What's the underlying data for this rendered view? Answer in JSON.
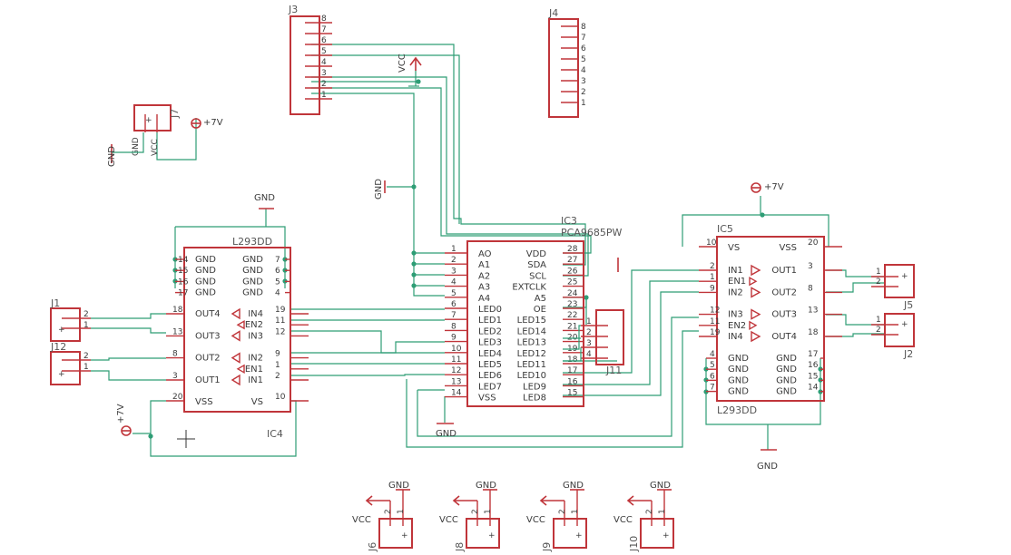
{
  "parts": {
    "J3": {
      "ref": "J3",
      "pins": [
        "8",
        "7",
        "6",
        "5",
        "4",
        "3",
        "2",
        "1"
      ]
    },
    "J4": {
      "ref": "J4",
      "pins": [
        "8",
        "7",
        "6",
        "5",
        "4",
        "3",
        "2",
        "1"
      ]
    },
    "J7": {
      "ref": "J7",
      "labels": [
        "GND",
        "VCC"
      ]
    },
    "IC3": {
      "ref": "IC3",
      "value": "PCA9685PW",
      "left_pins": [
        {
          "n": "1",
          "name": "AO"
        },
        {
          "n": "2",
          "name": "A1"
        },
        {
          "n": "3",
          "name": "A2"
        },
        {
          "n": "4",
          "name": "A3"
        },
        {
          "n": "5",
          "name": "A4"
        },
        {
          "n": "6",
          "name": "LED0"
        },
        {
          "n": "7",
          "name": "LED1"
        },
        {
          "n": "8",
          "name": "LED2"
        },
        {
          "n": "9",
          "name": "LED3"
        },
        {
          "n": "10",
          "name": "LED4"
        },
        {
          "n": "11",
          "name": "LED5"
        },
        {
          "n": "12",
          "name": "LED6"
        },
        {
          "n": "13",
          "name": "LED7"
        },
        {
          "n": "14",
          "name": "VSS"
        }
      ],
      "right_pins": [
        {
          "n": "28",
          "name": "VDD"
        },
        {
          "n": "27",
          "name": "SDA"
        },
        {
          "n": "26",
          "name": "SCL"
        },
        {
          "n": "25",
          "name": "EXTCLK"
        },
        {
          "n": "24",
          "name": "A5"
        },
        {
          "n": "23",
          "name": "OE"
        },
        {
          "n": "22",
          "name": "LED15"
        },
        {
          "n": "21",
          "name": "LED14"
        },
        {
          "n": "20",
          "name": "LED13"
        },
        {
          "n": "19",
          "name": "LED12"
        },
        {
          "n": "18",
          "name": "LED11"
        },
        {
          "n": "17",
          "name": "LED10"
        },
        {
          "n": "16",
          "name": "LED9"
        },
        {
          "n": "15",
          "name": "LED8"
        }
      ]
    },
    "IC4": {
      "ref": "IC4",
      "value": "L293DD",
      "gnd_left": [
        {
          "n": "14",
          "name": "GND"
        },
        {
          "n": "15",
          "name": "GND"
        },
        {
          "n": "16",
          "name": "GND"
        },
        {
          "n": "17",
          "name": "GND"
        }
      ],
      "gnd_right": [
        {
          "n": "7",
          "name": "GND"
        },
        {
          "n": "6",
          "name": "GND"
        },
        {
          "n": "5",
          "name": "GND"
        },
        {
          "n": "4",
          "name": "GND"
        }
      ],
      "drivers": [
        {
          "out": "OUT4",
          "in": "IN4",
          "lo": "18",
          "ri": "19"
        },
        {
          "out": "",
          "in": "EN2",
          "lo": "",
          "ri": "11"
        },
        {
          "out": "OUT3",
          "in": "IN3",
          "lo": "13",
          "ri": "12"
        },
        {
          "out": "OUT2",
          "in": "IN2",
          "lo": "8",
          "ri": "9"
        },
        {
          "out": "",
          "in": "EN1",
          "lo": "",
          "ri": "1"
        },
        {
          "out": "OUT1",
          "in": "IN1",
          "lo": "3",
          "ri": "2"
        }
      ],
      "vss": {
        "n": "20",
        "name": "VSS"
      },
      "vs": {
        "n": "10",
        "name": "VS"
      }
    },
    "IC5": {
      "ref": "IC5",
      "value": "L293DD",
      "vs": {
        "n": "10",
        "name": "VS"
      },
      "vss": {
        "n": "20",
        "name": "VSS"
      },
      "drivers": [
        {
          "in": "IN1",
          "out": "OUT1",
          "li": "2",
          "ro": "3"
        },
        {
          "in": "EN1",
          "out": "",
          "li": "1",
          "ro": ""
        },
        {
          "in": "IN2",
          "out": "OUT2",
          "li": "9",
          "ro": "8"
        },
        {
          "in": "IN3",
          "out": "OUT3",
          "li": "12",
          "ro": "13"
        },
        {
          "in": "EN2",
          "out": "",
          "li": "11",
          "ro": ""
        },
        {
          "in": "IN4",
          "out": "OUT4",
          "li": "19",
          "ro": "18"
        }
      ],
      "gnd_left": [
        {
          "n": "4",
          "name": "GND"
        },
        {
          "n": "5",
          "name": "GND"
        },
        {
          "n": "6",
          "name": "GND"
        },
        {
          "n": "7",
          "name": "GND"
        }
      ],
      "gnd_right": [
        {
          "n": "17",
          "name": "GND"
        },
        {
          "n": "16",
          "name": "GND"
        },
        {
          "n": "15",
          "name": "GND"
        },
        {
          "n": "14",
          "name": "GND"
        }
      ]
    },
    "J11": {
      "ref": "J11",
      "pins": [
        "1",
        "2",
        "3",
        "4"
      ]
    },
    "J1": {
      "ref": "J1",
      "pins": [
        "2",
        "1"
      ]
    },
    "J12": {
      "ref": "J12",
      "pins": [
        "2",
        "1"
      ]
    },
    "J5": {
      "ref": "J5",
      "pins": [
        "1",
        "2"
      ]
    },
    "J2": {
      "ref": "J2",
      "pins": [
        "1",
        "2"
      ]
    },
    "bottom": [
      {
        "ref": "J6"
      },
      {
        "ref": "J8"
      },
      {
        "ref": "J9"
      },
      {
        "ref": "J10"
      }
    ]
  },
  "supplies": {
    "gnd": "GND",
    "vcc": "VCC",
    "plus7": "+7V"
  },
  "pin_plus": "+",
  "pin_nums": [
    "1",
    "2"
  ]
}
